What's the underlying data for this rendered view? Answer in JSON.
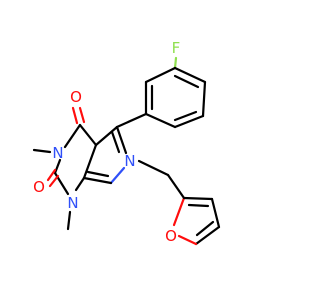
{
  "molecule": {
    "atoms": [
      {
        "id": "F",
        "label": "F"
      },
      {
        "id": "O4",
        "label": "O"
      },
      {
        "id": "O2",
        "label": "O"
      },
      {
        "id": "N3",
        "label": "N"
      },
      {
        "id": "N1",
        "label": "N"
      },
      {
        "id": "N6",
        "label": "N"
      },
      {
        "id": "Ofu",
        "label": "O"
      }
    ],
    "colors": {
      "carbon": "#000000",
      "oxygen": "#ff0d0d",
      "nitrogen": "#3050f8",
      "fluorine": "#90e050",
      "background": "#ffffff"
    }
  }
}
